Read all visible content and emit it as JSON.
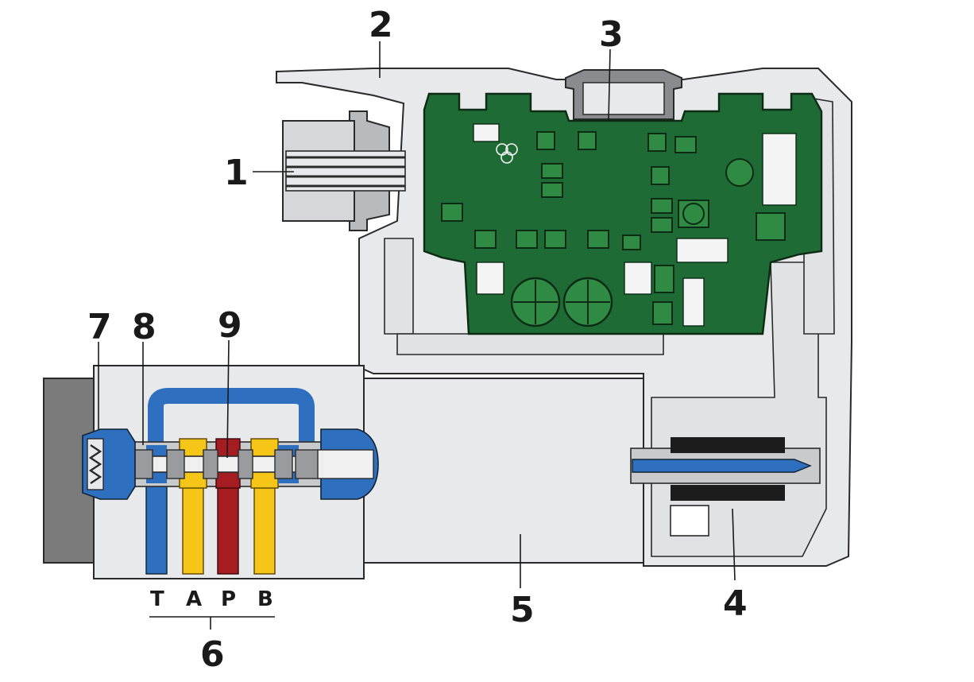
{
  "callouts": {
    "n1": "1",
    "n2": "2",
    "n3": "3",
    "n4": "4",
    "n5": "5",
    "n6": "6",
    "n7": "7",
    "n8": "8",
    "n9": "9"
  },
  "ports": {
    "t": "T",
    "a": "A",
    "p": "P",
    "b": "B"
  },
  "colors": {
    "tank_line": "#2e6fc0",
    "work_line": "#f5c518",
    "pressure_line": "#a51d22",
    "pcb": "#1f6b35",
    "housing": "#e8e9eb",
    "end_cap": "#7b7b7b"
  },
  "icons": [
    "connector-icon",
    "circuit-board-icon",
    "solenoid-coil-icon",
    "spool-icon",
    "spring-icon"
  ]
}
